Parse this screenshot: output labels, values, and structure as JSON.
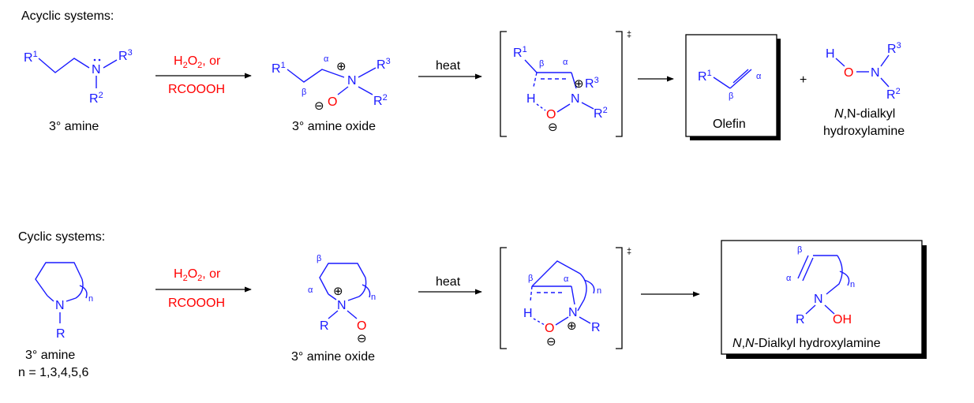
{
  "colors": {
    "structure": "#1a1aff",
    "oxygen": "#ff0000",
    "reagent": "#ff0000",
    "label": "#000000"
  },
  "acyclic": {
    "header": "Acyclic systems:",
    "amine": {
      "r1": "R",
      "r1_sup": "1",
      "n": "N",
      "r2": "R",
      "r2_sup": "2",
      "r3": "R",
      "r3_sup": "3",
      "caption": "3° amine"
    },
    "reagent": {
      "line1_pre": "H",
      "line1_sub1": "2",
      "line1_mid": "O",
      "line1_sub2": "2",
      "line1_post": ", or",
      "line2": "RCOOOH"
    },
    "oxide": {
      "r1": "R",
      "r1_sup": "1",
      "alpha": "α",
      "beta": "β",
      "n": "N",
      "plus": "⊕",
      "minus": "⊖",
      "o": "O",
      "r2": "R",
      "r2_sup": "2",
      "r3": "R",
      "r3_sup": "3",
      "caption": "3° amine oxide"
    },
    "heat": "heat",
    "ts": {
      "r1": "R",
      "r1_sup": "1",
      "beta": "β",
      "alpha": "α",
      "h": "H",
      "o": "O",
      "minus": "⊖",
      "n": "N",
      "plus": "⊕",
      "r2": "R",
      "r2_sup": "2",
      "r3": "R",
      "r3_sup": "3",
      "dagger": "‡"
    },
    "olefin": {
      "r1": "R",
      "r1_sup": "1",
      "alpha": "α",
      "beta": "β",
      "caption": "Olefin"
    },
    "plus": "+",
    "hydroxylamine": {
      "h": "H",
      "o": "O",
      "n": "N",
      "r2": "R",
      "r2_sup": "2",
      "r3": "R",
      "r3_sup": "3",
      "caption_italic": "N",
      "caption_rest": ",N-dialkyl",
      "caption_italic2": "N",
      "caption_line2": "hydroxylamine"
    }
  },
  "cyclic": {
    "header": "Cyclic systems:",
    "amine": {
      "n": "N",
      "r": "R",
      "ring_n": "n",
      "caption": "3° amine",
      "caption2": "n = 1,3,4,5,6"
    },
    "reagent": {
      "line1_pre": "H",
      "line1_sub1": "2",
      "line1_mid": "O",
      "line1_sub2": "2",
      "line1_post": ", or",
      "line2": "RCOOOH"
    },
    "oxide": {
      "n": "N",
      "r": "R",
      "o": "O",
      "plus": "⊕",
      "minus": "⊖",
      "alpha": "α",
      "beta": "β",
      "ring_n": "n",
      "caption": "3° amine oxide"
    },
    "heat": "heat",
    "ts": {
      "beta": "β",
      "alpha": "α",
      "h": "H",
      "o": "O",
      "minus": "⊖",
      "n": "N",
      "plus": "⊕",
      "r": "R",
      "ring_n": "n",
      "dagger": "‡"
    },
    "product": {
      "beta": "β",
      "alpha": "α",
      "n": "N",
      "r": "R",
      "oh": "OH",
      "ring_n": "n",
      "caption_i1": "N",
      "caption_c": ",",
      "caption_i2": "N",
      "caption_rest": "-Dialkyl hydroxylamine"
    }
  }
}
